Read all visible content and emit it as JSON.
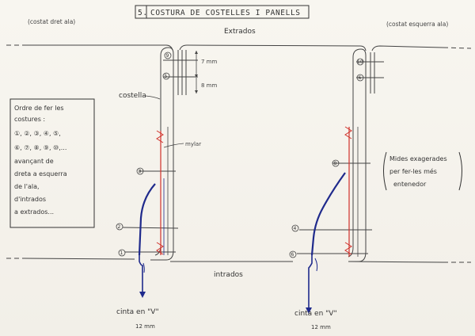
{
  "title": {
    "number": "5.",
    "text": "COSTURA DE COSTELLES I PANELLS"
  },
  "sides": {
    "right_wing": "(costat dret ala)",
    "left_wing": "(costat esquerra ala)"
  },
  "surfaces": {
    "top": "Extrados",
    "bottom": "intrados"
  },
  "labels": {
    "rib": "costella",
    "mylar": "mylar",
    "dim_top": "7 mm",
    "dim_bottom": "8 mm"
  },
  "order_box": {
    "lines": [
      "Ordre de fer les",
      "costures :",
      "①, ②, ③, ④, ⑤,",
      "⑥, ⑦, ⑧, ⑨, ⑩,...",
      "avançant de",
      "dreta a esquerra",
      "de l'ala,",
      "d'intrados",
      "a extrados..."
    ]
  },
  "note": {
    "lines": [
      "Mides exagerades",
      "per fer-les més",
      "entenedor"
    ]
  },
  "seam_markers": {
    "left": [
      "9",
      "5",
      "3",
      "2",
      "1"
    ],
    "right": [
      "10",
      "6",
      "8",
      "4",
      "6"
    ]
  },
  "tape": {
    "label": "cinta en \"V\"",
    "width": "12 mm"
  },
  "colors": {
    "ink": "#3a3a3a",
    "mylar_red": "#d0302a",
    "tape_blue": "#1f2a8c"
  }
}
